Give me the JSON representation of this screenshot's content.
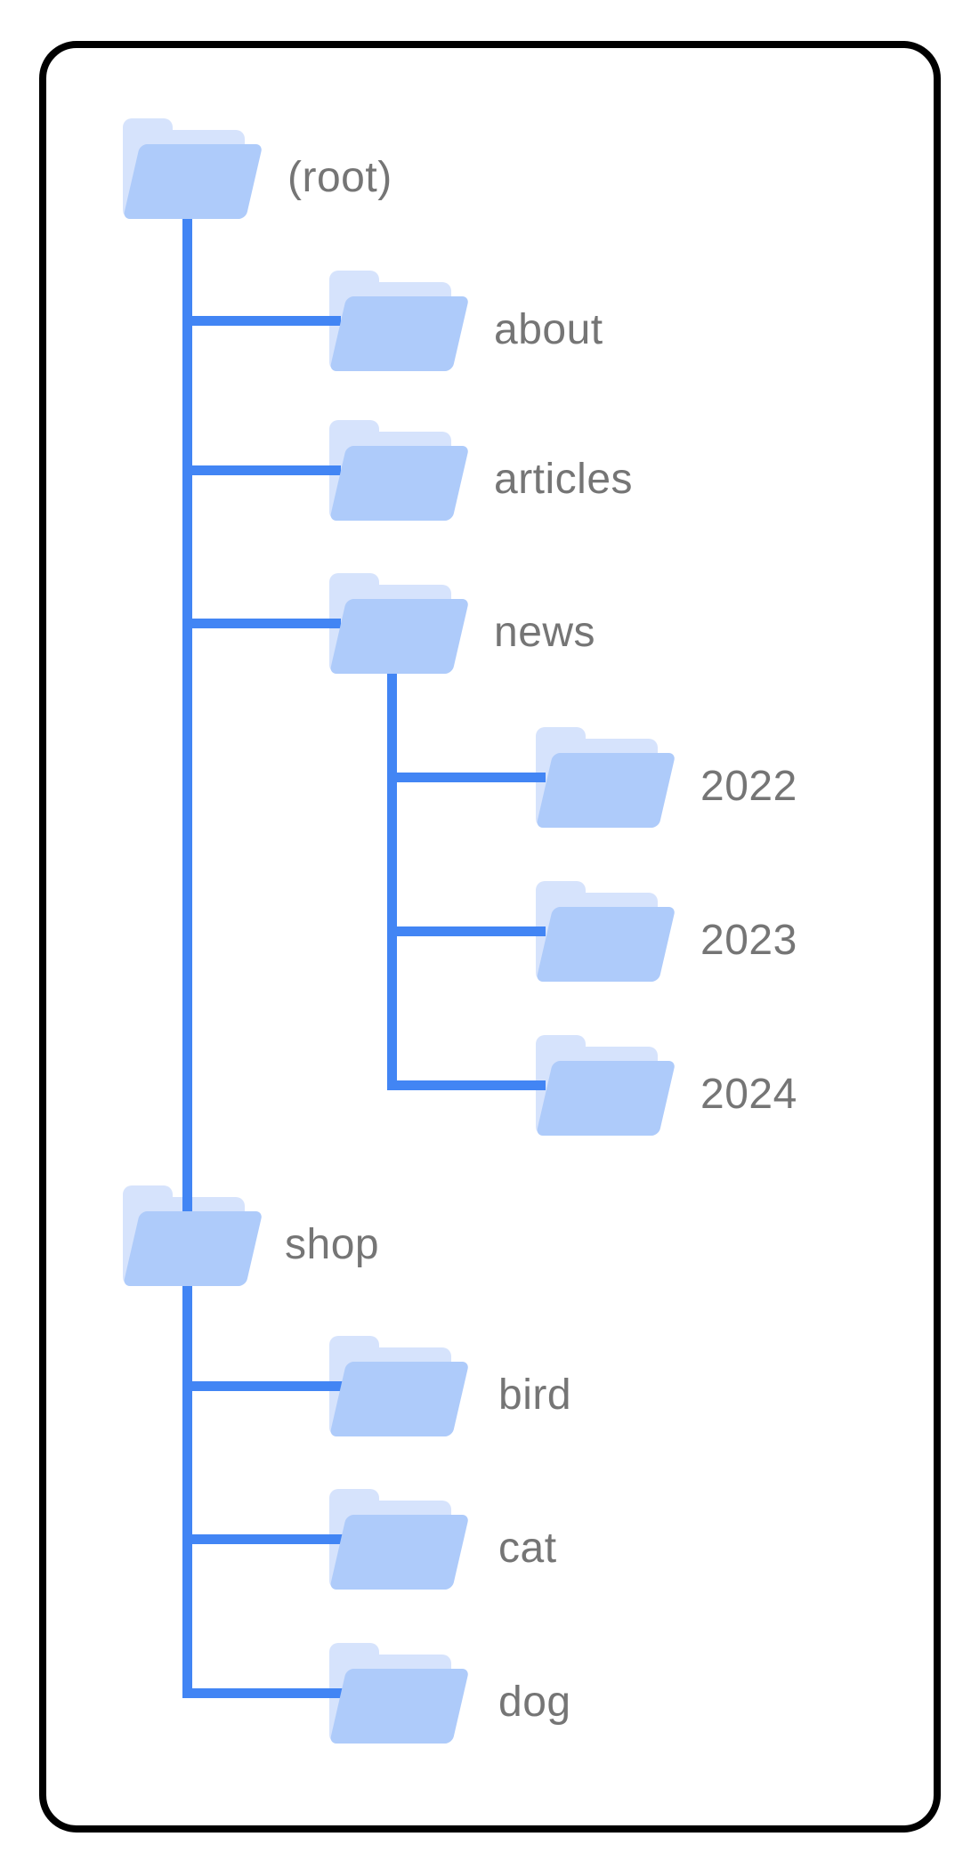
{
  "diagram": {
    "description": "Site folder structure tree diagram inside a rounded black frame",
    "icon": "open-folder-icon"
  },
  "colors": {
    "canvas-bg": "#ffffff",
    "frame-border": "#000000",
    "connector": "#4285f4",
    "folder-front": "#aecbfa",
    "folder-back": "#d6e3fc",
    "label-text": "#757575"
  },
  "tree": {
    "root": {
      "label": "(root)",
      "children": [
        {
          "label": "about",
          "children": []
        },
        {
          "label": "articles",
          "children": []
        },
        {
          "label": "news",
          "children": [
            {
              "label": "2022"
            },
            {
              "label": "2023"
            },
            {
              "label": "2024"
            }
          ]
        },
        {
          "label": "shop",
          "children": [
            {
              "label": "bird"
            },
            {
              "label": "cat"
            },
            {
              "label": "dog"
            }
          ]
        }
      ]
    }
  }
}
